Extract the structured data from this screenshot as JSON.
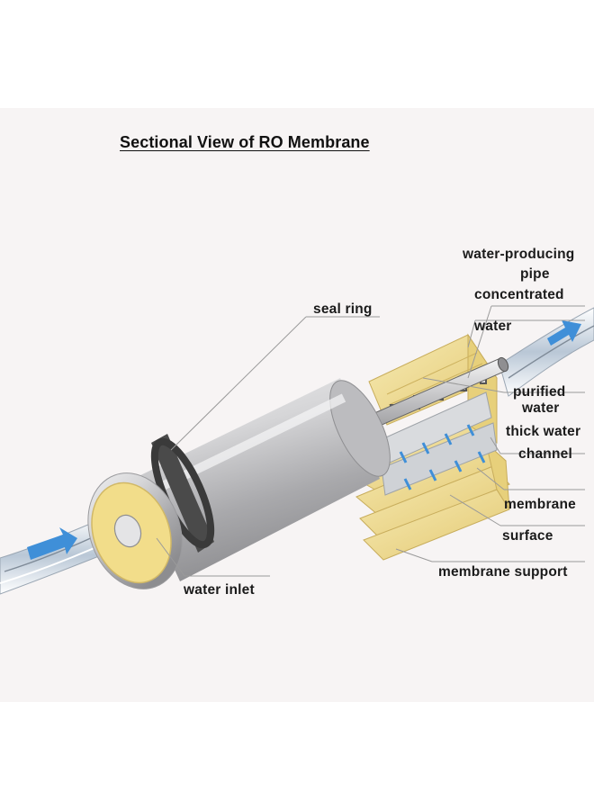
{
  "diagram": {
    "title": "Sectional View of RO Membrane",
    "labels": {
      "water_producing_pipe_1": "water-producing",
      "water_producing_pipe_2": "pipe",
      "concentrated_water_1": "concentrated",
      "concentrated_water_2": "water",
      "seal_ring": "seal ring",
      "purified_water_1": "purified",
      "purified_water_2": "water",
      "thick_water_channel_1": "thick water",
      "thick_water_channel_2": "channel",
      "membrane_surface_1": "membrane",
      "membrane_surface_2": "surface",
      "membrane_support": "membrane support",
      "water_inlet": "water inlet"
    },
    "colors": {
      "panel_bg": "#f7f4f4",
      "housing_silver": "#c9c9cb",
      "membrane_yellow": "#f0dc8c",
      "seal_ring_dark": "#4a4a4a",
      "flow_arrow_blue": "#3f8fd8"
    }
  }
}
